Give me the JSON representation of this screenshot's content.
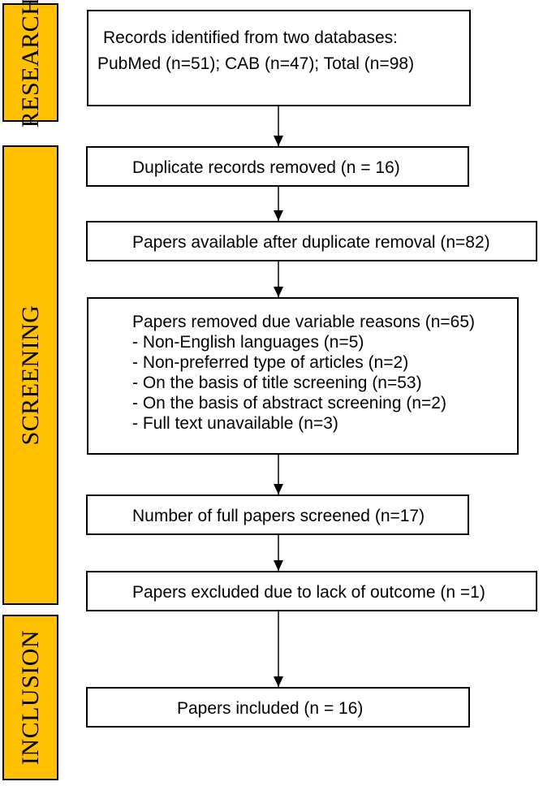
{
  "phases": {
    "research": "RESEARCH",
    "screening": "SCREENING",
    "inclusion": "INCLUSION"
  },
  "boxes": {
    "identified": {
      "lines": [
        "Records identified from two databases:",
        "PubMed (n=51); CAB (n=47); Total (n=98)"
      ]
    },
    "duplicates": {
      "text": "Duplicate records removed (n = 16)"
    },
    "available": {
      "text": "Papers available after duplicate removal (n=82)"
    },
    "removed": {
      "lines": [
        "Papers removed due variable reasons (n=65)",
        "- Non-English languages (n=5)",
        "- Non-preferred type of articles (n=2)",
        "- On the basis of title screening (n=53)",
        "- On the basis of abstract screening (n=2)",
        "- Full text unavailable (n=3)"
      ]
    },
    "full_screened": {
      "text": "Number of full papers screened (n=17)"
    },
    "excluded": {
      "text": "Papers excluded due to lack of outcome (n =1)"
    },
    "included": {
      "text": "Papers included (n = 16)"
    }
  },
  "colors": {
    "phase_fill": "#FFC000",
    "stroke": "#000000"
  }
}
